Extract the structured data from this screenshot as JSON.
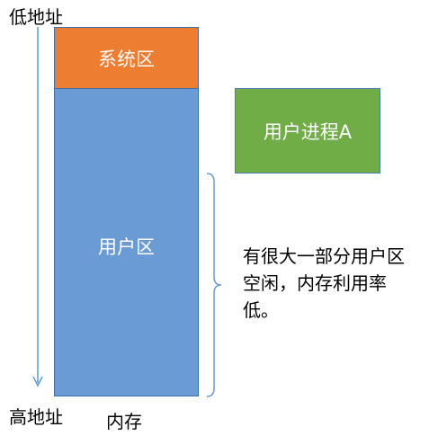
{
  "axis": {
    "low_label": "低地址",
    "high_label": "高地址"
  },
  "memory": {
    "label": "内存",
    "system_region": "系统区",
    "user_region": "用户区"
  },
  "process": {
    "label": "用户进程A"
  },
  "note": {
    "text": "有很大一部分用户区空闲，内存利用率低。"
  },
  "colors": {
    "system_region": "#ED7D31",
    "user_region": "#6A9BD5",
    "process": "#70AD47",
    "arrow": "#5B9BD5",
    "brace": "#6A9BD5"
  }
}
